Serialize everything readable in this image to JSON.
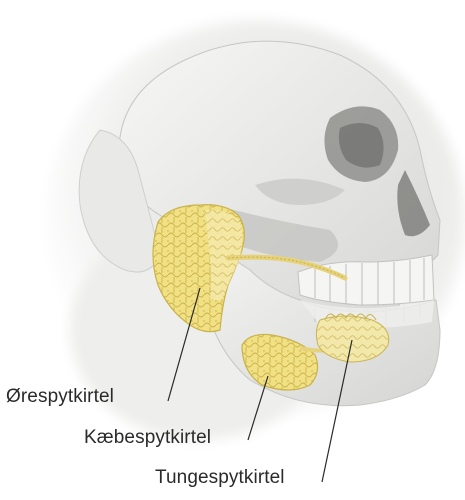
{
  "labels": {
    "parotid": "Ørespytkirtel",
    "submandibular": "Kæbespytkirtel",
    "sublingual": "Tungespytkirtel"
  },
  "colors": {
    "gland_fill": "#f1e184",
    "gland_outline": "#c9b24a",
    "bone_light": "#f3f3f1",
    "bone_shadow": "#bdbdbb",
    "label_text": "#2a2a2a"
  }
}
